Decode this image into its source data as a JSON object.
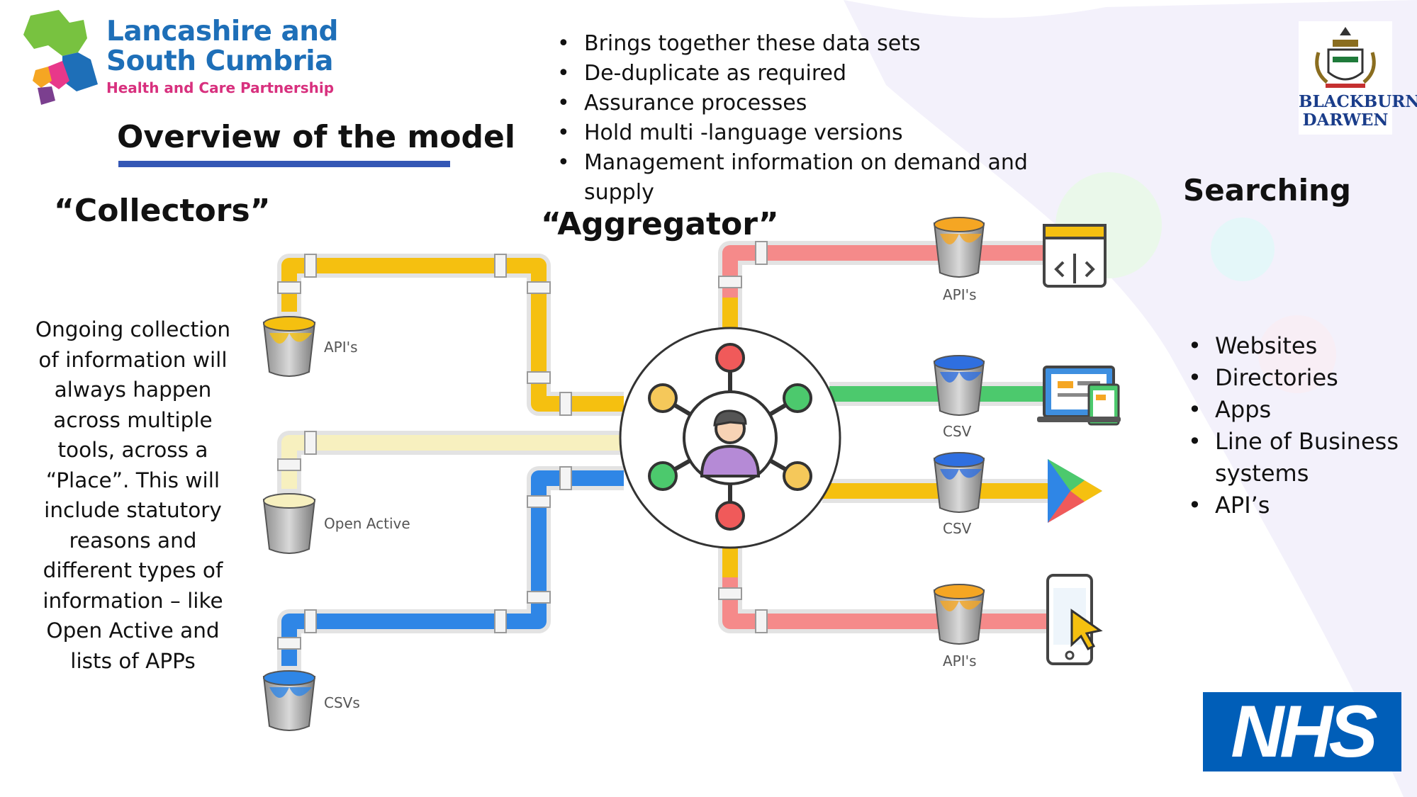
{
  "header": {
    "org_line1": "Lancashire and",
    "org_line2": "South Cumbria",
    "org_line3": "Health and Care Partnership",
    "title": "Overview of the model"
  },
  "collectors": {
    "heading": "“Collectors”",
    "description": "Ongoing collection of information will always happen across multiple tools, across a “Place”. This will include statutory reasons and different types of information  – like Open Active and lists of APPs",
    "sources": [
      {
        "label": "API's",
        "color": "#f5c010"
      },
      {
        "label": "Open Active",
        "color": "#f7f0bf"
      },
      {
        "label": "CSVs",
        "color": "#2f86e6"
      }
    ]
  },
  "aggregator": {
    "heading": "“Aggregator”",
    "items": [
      "Brings together these data sets",
      "De-duplicate as required",
      "Assurance processes",
      "Hold multi -language versions",
      "Management information on demand and supply"
    ]
  },
  "outputs": [
    {
      "label": "API's",
      "color": "#f58a8a",
      "icon": "code-window-icon"
    },
    {
      "label": "CSV",
      "color": "#4cc96d",
      "icon": "directory-screens-icon"
    },
    {
      "label": "CSV",
      "color": "#f5c010",
      "icon": "play-store-icon"
    },
    {
      "label": "API's",
      "color": "#f58a8a",
      "icon": "mobile-tap-icon"
    }
  ],
  "searching": {
    "heading": "Searching",
    "items": [
      "Websites",
      "Directories",
      "Apps",
      "Line of Business systems",
      "API’s"
    ]
  },
  "logos": {
    "council_word1": "BLACKBURN",
    "council_word2": "DARWEN",
    "nhs": "NHS"
  },
  "colors": {
    "accent_blue": "#3457b5",
    "pipe_grey": "#e3e3e3",
    "hub_purple": "#b58ad6"
  }
}
